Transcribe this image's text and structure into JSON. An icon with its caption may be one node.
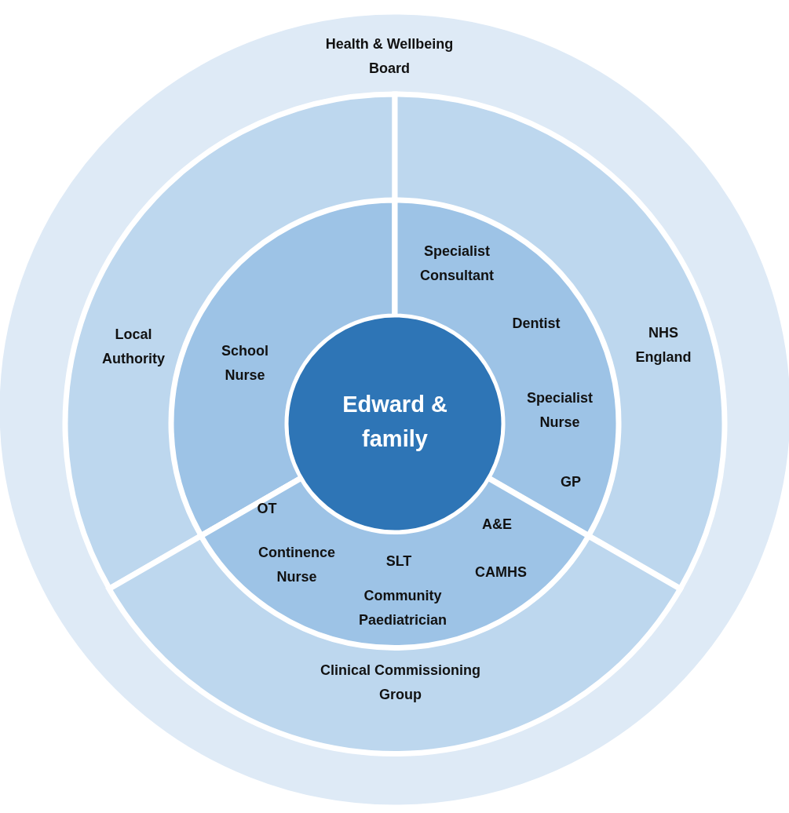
{
  "diagram": {
    "nodes": [
      {
        "text": [
          "Health & Wellbeing Board"
        ]
      },
      {
        "text": [
          "Local Authority"
        ],
        "in": 0
      },
      {
        "text": [
          "NHS England"
        ],
        "in": 0
      },
      {
        "text": [
          "Clinical Commissioning Group"
        ],
        "in": 0
      },
      {
        "text": [
          "School Nurse"
        ],
        "in": 1
      },
      {
        "text": [
          "Specialist Consultant",
          "Dentist",
          "Specialist Nurse",
          "GP"
        ],
        "in": 2
      },
      {
        "text": [
          "OT",
          "A&E",
          "Continence Nurse",
          "SLT",
          "CAMHS",
          "Community Paediatrician"
        ],
        "in": 3
      },
      {
        "text": [
          "Edward & family"
        ],
        "in": 0
      }
    ],
    "edges": []
  }
}
